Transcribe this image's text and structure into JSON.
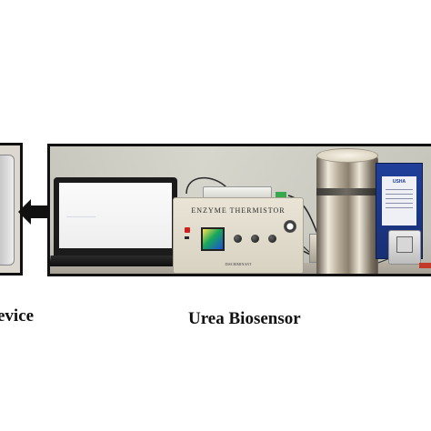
{
  "captions": {
    "left": "evice",
    "main": "Urea Biosensor"
  },
  "equipment": {
    "thermistor_label": "ENZYME THERMISTOR",
    "thermistor_brand": "DISCRIMINANT",
    "box_brand": "USHA"
  },
  "colors": {
    "frame": "#111111",
    "arrow": "#111111",
    "caption_text": "#111111"
  }
}
